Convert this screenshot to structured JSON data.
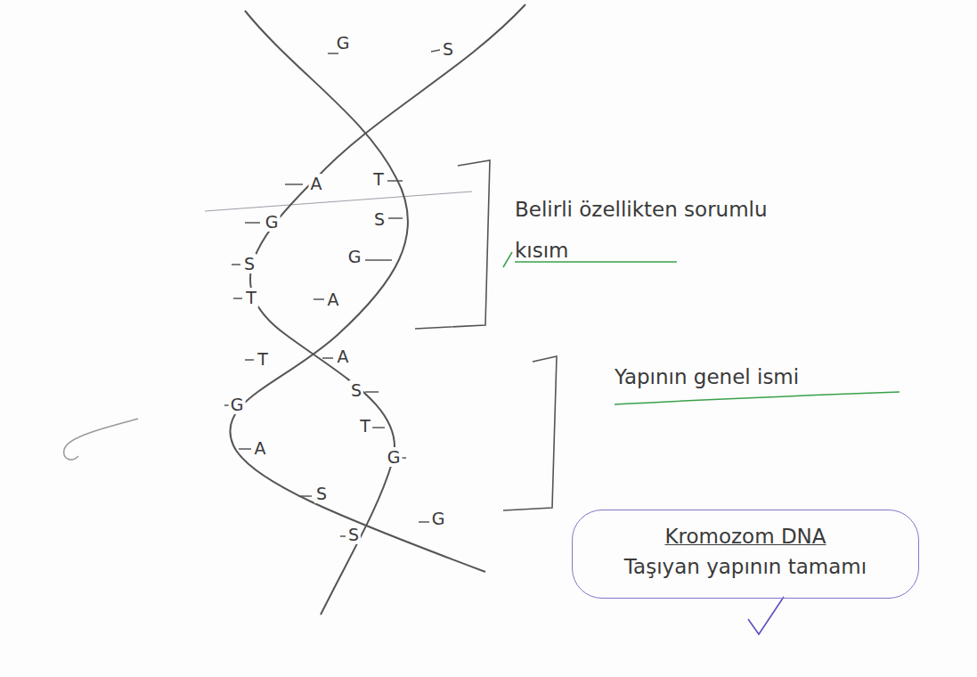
{
  "diagram": {
    "nodes": [
      {
        "text": [
          "Kromozom DNA",
          "Taşıyan yapının tamamı"
        ]
      }
    ],
    "labels": [
      "G",
      "S",
      "A",
      "T",
      "G",
      "S",
      "S",
      "G",
      "T",
      "A",
      "T",
      "A",
      "G",
      "S",
      "A",
      "T",
      "S",
      "G",
      "S",
      "G",
      "Belirli özellikten sorumlu kısım",
      "Yapının genel ismi"
    ]
  }
}
